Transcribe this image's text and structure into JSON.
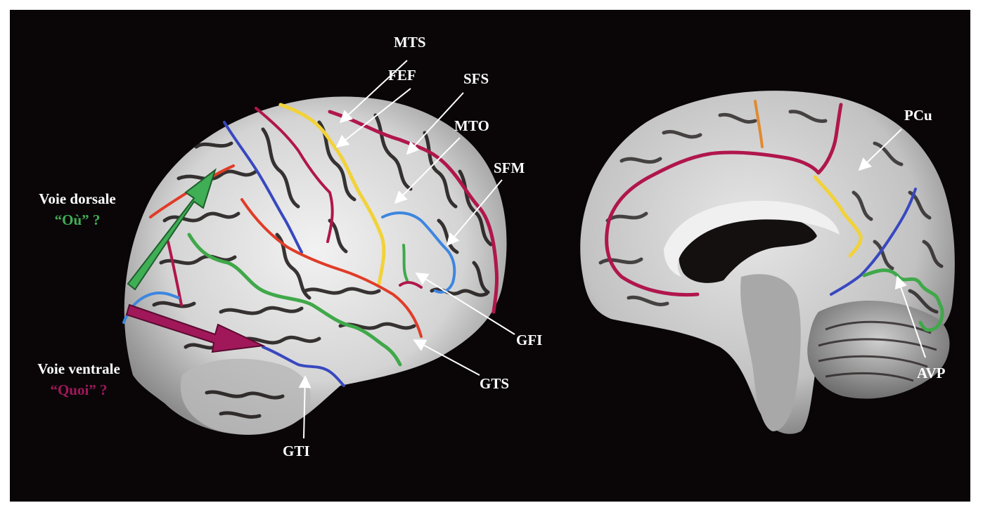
{
  "labels": {
    "mts": "MTS",
    "fef": "FEF",
    "sfs": "SFS",
    "mto": "MTO",
    "sfm": "SFM",
    "gfi": "GFI",
    "gts": "GTS",
    "gti": "GTI",
    "pcu": "PCu",
    "avp": "AVP"
  },
  "pathways": {
    "dorsal": {
      "title": "Voie dorsale",
      "question": "“Où” ?",
      "color": "#3fae55"
    },
    "ventral": {
      "title": "Voie ventrale",
      "question": "“Quoi” ?",
      "color": "#a0185a"
    }
  },
  "colors": {
    "background": "#0a0608",
    "magenta": "#b0164c",
    "yellow": "#f2d23a",
    "blue": "#3848c0",
    "lightblue": "#3d86e0",
    "green": "#40a84a",
    "red": "#e03c28",
    "orange": "#e08a30"
  }
}
